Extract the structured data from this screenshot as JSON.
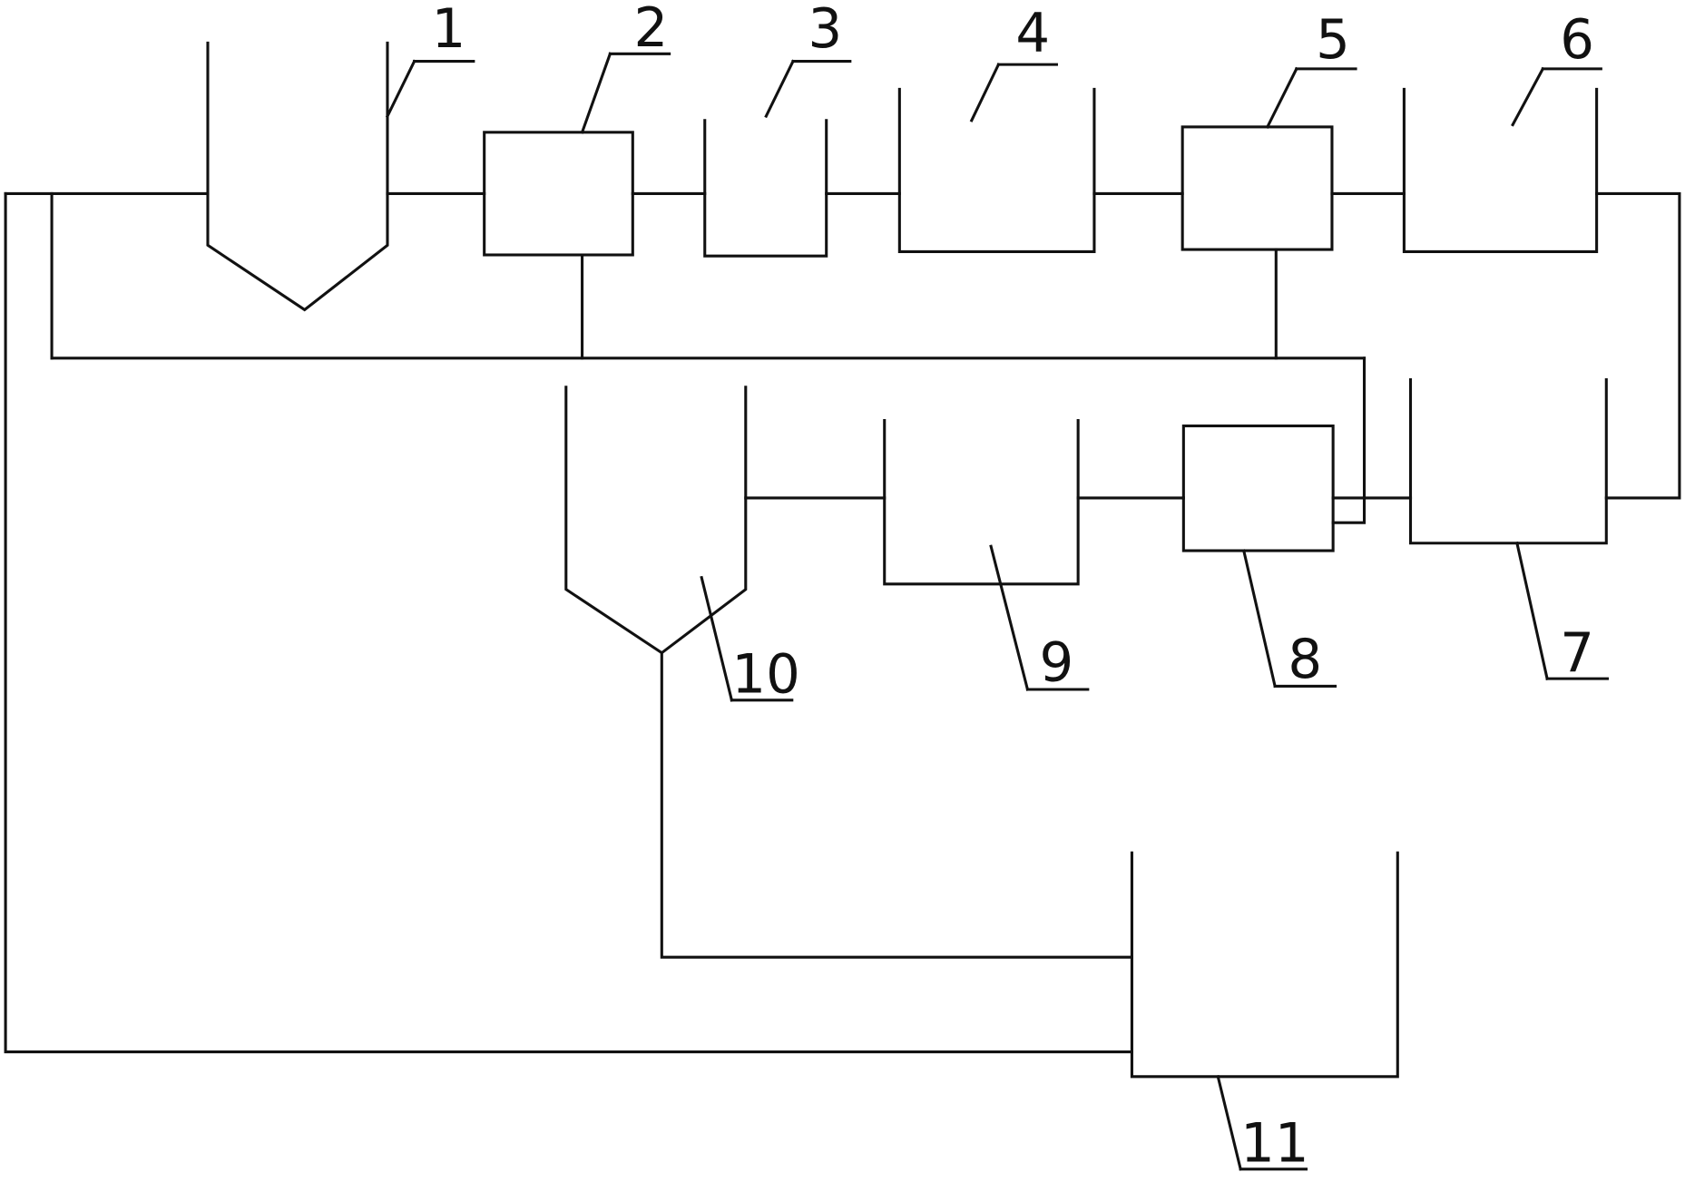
{
  "labels": {
    "u1": "1",
    "u2": "2",
    "u3": "3",
    "u4": "4",
    "u5": "5",
    "u6": "6",
    "u7": "7",
    "u8": "8",
    "u9": "9",
    "u10": "10",
    "u11": "11"
  },
  "colors": {
    "line": "#111111",
    "background": "#ffffff"
  }
}
